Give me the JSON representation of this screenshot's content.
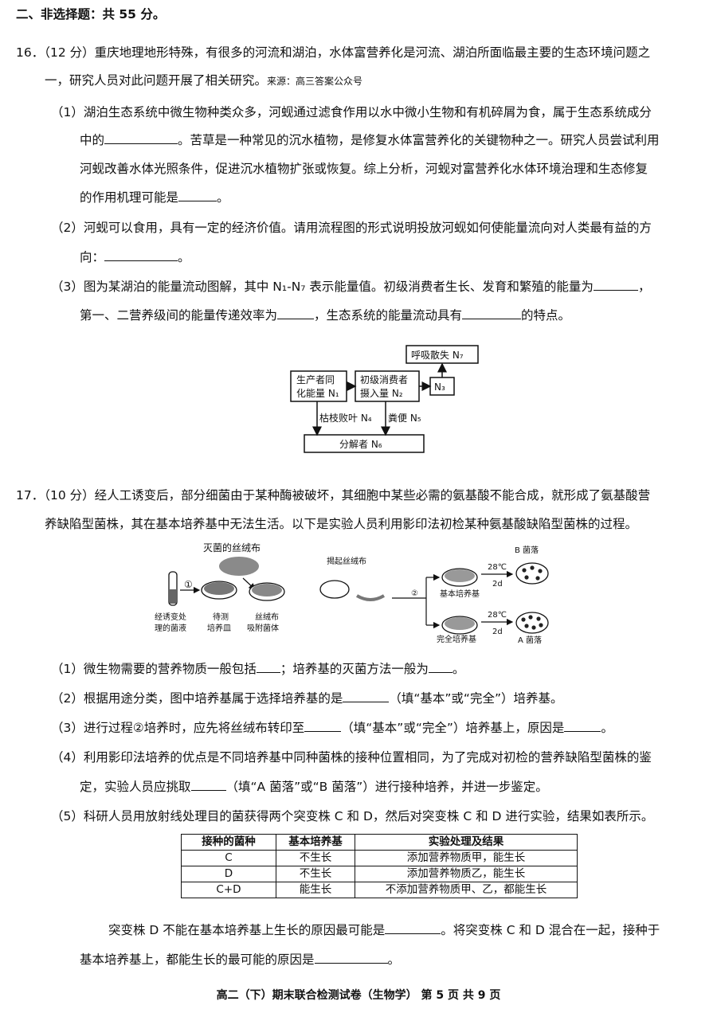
{
  "section_title": "二、非选择题：共 55 分。",
  "q16": {
    "stem1": "16．（12 分）重庆地理地形特殊，有很多的河流和湖泊，水体富营养化是河流、湖泊所面临最主要的生态环境问题之",
    "stem2": "一，研究人员对此问题开展了相关研究。",
    "watermark": "来源：高三答案公众号",
    "p1_a": "（1）湖泊生态系统中微生物种类众多，河蚬通过滤食作用以水中微小生物和有机碎屑为食，属于生态系统成分",
    "p1_b": "中的",
    "p1_c": "。苦草是一种常见的沉水植物，是修复水体富营养化的关键物种之一。研究人员尝试利用",
    "p1_d": "河蚬改善水体光照条件，促进沉水植物扩张或恢复。综上分析，河蚬对富营养化水体环境治理和生态修复",
    "p1_e": "的作用机理可能是",
    "p1_f": "。",
    "p2_a": "（2）河蚬可以食用，具有一定的经济价值。请用流程图的形式说明投放河蚬如何使能量流向对人类最有益的方",
    "p2_b": "向：",
    "p2_c": "。",
    "p3_a": "（3）图为某湖泊的能量流动图解，其中 N₁-N₇ 表示能量值。初级消费者生长、发育和繁殖的能量为",
    "p3_b": "，",
    "p3_c": "第一、二营养级间的能量传递效率为",
    "p3_d": "，生态系统的能量流动具有",
    "p3_e": "的特点。",
    "diagram": {
      "producer_l1": "生产者同",
      "producer_l2": "化能量 N₁",
      "consumer_l1": "初级消费者",
      "consumer_l2": "摄入量 N₂",
      "n3": "N₃",
      "respiration": "呼吸散失 N₇",
      "litter": "枯枝败叶 N₄",
      "feces": "粪便 N₅",
      "decomposer": "分解者 N₆"
    }
  },
  "q17": {
    "stem1": "17．（10 分）经人工诱变后，部分细菌由于某种酶被破坏，其细胞中某些必需的氨基酸不能合成，就形成了氨基酸营",
    "stem2": "养缺陷型菌株，其在基本培养基中无法生活。以下是实验人员利用影印法初检某种氨基酸缺陷型菌株的过程。",
    "diagram": {
      "velvet": "灭菌的丝绒布",
      "step1": "①",
      "step2": "②",
      "lift": "揭起丝绒布",
      "mutagenized_l1": "经诱变处",
      "mutagenized_l2": "理的菌液",
      "test_l1": "待测",
      "test_l2": "培养皿",
      "adsorb_l1": "丝绒布",
      "adsorb_l2": "吸附菌体",
      "temp": "28℃",
      "time": "2d",
      "basic_medium": "基本培养基",
      "complete_medium": "完全培养基",
      "colony_b": "B 菌落",
      "colony_a": "A 菌落"
    },
    "p1_a": "（1）微生物需要的营养物质一般包括",
    "p1_b": "；培养基的灭菌方法一般为",
    "p1_c": "。",
    "p2_a": "（2）根据用途分类，图中培养基属于选择培养基的是",
    "p2_b": "（填“基本”或“完全”）培养基。",
    "p3_a": "（3）进行过程②培养时，应先将丝绒布转印至",
    "p3_b": "（填“基本”或“完全”）培养基上，原因是",
    "p3_c": "。",
    "p4_a": "（4）利用影印法培养的优点是不同培养基中同种菌株的接种位置相同，为了完成对初检的营养缺陷型菌株的鉴",
    "p4_b": "定，实验人员应挑取",
    "p4_c": "（填“A 菌落”或“B 菌落”）进行接种培养，并进一步鉴定。",
    "p5_a": "（5）科研人员用放射线处理目的菌获得两个突变株 C 和 D，然后对突变株 C 和 D 进行实验，结果如表所示。",
    "table": {
      "headers": [
        "接种的菌种",
        "基本培养基",
        "实验处理及结果"
      ],
      "rows": [
        [
          "C",
          "不生长",
          "添加营养物质甲，能生长"
        ],
        [
          "D",
          "不生长",
          "添加营养物质乙，能生长"
        ],
        [
          "C+D",
          "能生长",
          "不添加营养物质甲、乙，都能生长"
        ]
      ]
    },
    "p5_b": "突变株 D 不能在基本培养基上生长的原因最可能是",
    "p5_c": "。将突变株 C 和 D 混合在一起，接种于",
    "p5_d": "基本培养基上，都能生长的最可能的原因是",
    "p5_e": "。"
  },
  "footer": "高二（下）期末联合检测试卷（生物学） 第 5 页 共 9 页"
}
